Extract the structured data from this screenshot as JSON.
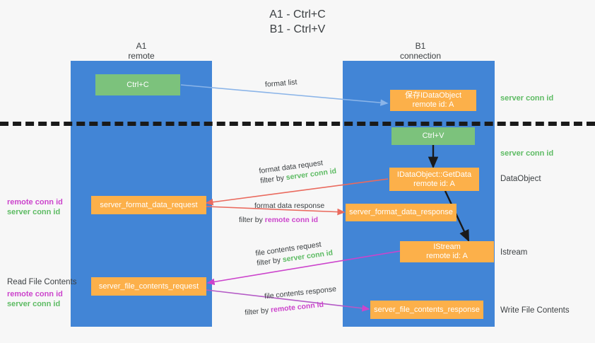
{
  "title": {
    "line1": "A1 - Ctrl+C",
    "line2": "B1 - Ctrl+V"
  },
  "columns": [
    {
      "name": "A1",
      "sub": "remote"
    },
    {
      "name": "B1",
      "sub": "connection"
    }
  ],
  "colors": {
    "panel": "#4285d6",
    "green_box": "#7cc27c",
    "orange_box": "#fcb04a",
    "server_conn_id": "#5dbb63",
    "remote_conn_id": "#cc44cc",
    "arrow_format_list": "#8ab4e8",
    "arrow_format_data": "#ea6a5e",
    "arrow_file_contents": "#cc44cc",
    "arrow_internal": "#1a1a1a",
    "text": "#3c4043",
    "background": "#f7f7f7"
  },
  "boxes": {
    "ctrl_c": {
      "label": "Ctrl+C"
    },
    "save_idataobject": {
      "line1": "保存IDataObject",
      "line2": "remote id: A"
    },
    "ctrl_v": {
      "label": "Ctrl+V"
    },
    "idataobject_getdata": {
      "line1": "IDataObject::GetData",
      "line2": "remote id: A"
    },
    "server_format_data_request": {
      "label": "server_format_data_request"
    },
    "server_format_data_response": {
      "label": "server_format_data_response"
    },
    "istream": {
      "line1": "IStream",
      "line2": "remote id: A"
    },
    "server_file_contents_request": {
      "label": "server_file_contents_request"
    },
    "server_file_contents_response": {
      "label": "server_file_contents_response"
    }
  },
  "edge_labels": {
    "format_list": "format list",
    "format_data_request": "format data request",
    "format_data_request_filter_prefix": "filter by ",
    "format_data_request_filter_value": "server conn id",
    "format_data_response": "format data response",
    "format_data_response_filter_prefix": "filter by ",
    "format_data_response_filter_value": "remote conn id",
    "file_contents_request": "file contents request",
    "file_contents_request_filter_prefix": "filter by ",
    "file_contents_request_filter_value": "server conn id",
    "file_contents_response": "file contents response",
    "file_contents_response_filter_prefix": "filter by ",
    "file_contents_response_filter_value": "remote conn id"
  },
  "right_labels": {
    "server_conn_id_top": "server conn id",
    "server_conn_id_second": "server conn id",
    "dataobject": "DataObject",
    "istream": "Istream",
    "write_file_contents": "Write File Contents"
  },
  "left_labels": {
    "remote_conn_id_1": "remote conn id",
    "server_conn_id_1": "server conn id",
    "read_file_contents": "Read File Contents",
    "remote_conn_id_2": "remote conn id",
    "server_conn_id_2": "server conn id"
  }
}
